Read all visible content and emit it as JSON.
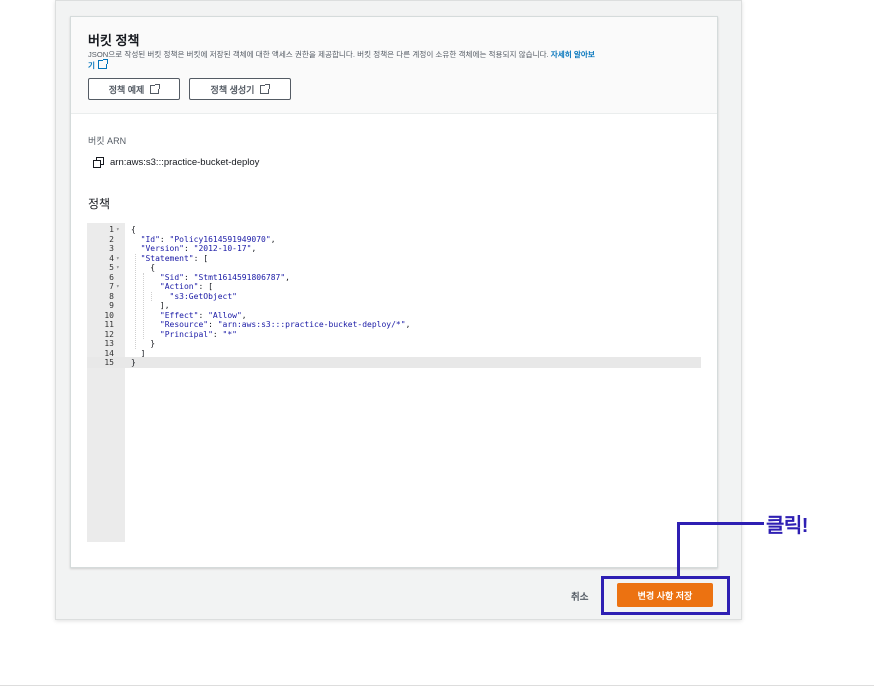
{
  "section": {
    "title": "버킷 정책",
    "description": "JSON으로 작성된 버킷 정책은 버킷에 저장된 객체에 대한 액세스 권한을 제공합니다. 버킷 정책은 다른 계정이 소유한 객체에는 적용되지 않습니다.",
    "learn_more_part1": "자세히 알아보",
    "learn_more_part2": "기"
  },
  "buttons": {
    "policy_examples": "정책 예제",
    "policy_generator": "정책 생성기"
  },
  "arn": {
    "label": "버킷 ARN",
    "value": "arn:aws:s3:::practice-bucket-deploy"
  },
  "policy": {
    "label": "정책",
    "lines": [
      {
        "n": "1",
        "fold": true,
        "text": "{"
      },
      {
        "n": "2",
        "fold": false,
        "text": "  \"Id\": \"Policy1614591949070\","
      },
      {
        "n": "3",
        "fold": false,
        "text": "  \"Version\": \"2012-10-17\","
      },
      {
        "n": "4",
        "fold": true,
        "text": "  \"Statement\": ["
      },
      {
        "n": "5",
        "fold": true,
        "text": "    {"
      },
      {
        "n": "6",
        "fold": false,
        "text": "      \"Sid\": \"Stmt1614591806787\","
      },
      {
        "n": "7",
        "fold": true,
        "text": "      \"Action\": ["
      },
      {
        "n": "8",
        "fold": false,
        "text": "        \"s3:GetObject\""
      },
      {
        "n": "9",
        "fold": false,
        "text": "      ],"
      },
      {
        "n": "10",
        "fold": false,
        "text": "      \"Effect\": \"Allow\","
      },
      {
        "n": "11",
        "fold": false,
        "text": "      \"Resource\": \"arn:aws:s3:::practice-bucket-deploy/*\","
      },
      {
        "n": "12",
        "fold": false,
        "text": "      \"Principal\": \"*\""
      },
      {
        "n": "13",
        "fold": false,
        "text": "    }"
      },
      {
        "n": "14",
        "fold": false,
        "text": "  ]"
      },
      {
        "n": "15",
        "fold": false,
        "text": "}"
      }
    ],
    "active_line": "15"
  },
  "footer": {
    "cancel": "취소",
    "save": "변경 사항 저장"
  },
  "annotation": {
    "text": "클릭!",
    "color": "#2e1fb3"
  },
  "colors": {
    "accent_orange": "#ec7211",
    "link_blue": "#0073bb"
  }
}
